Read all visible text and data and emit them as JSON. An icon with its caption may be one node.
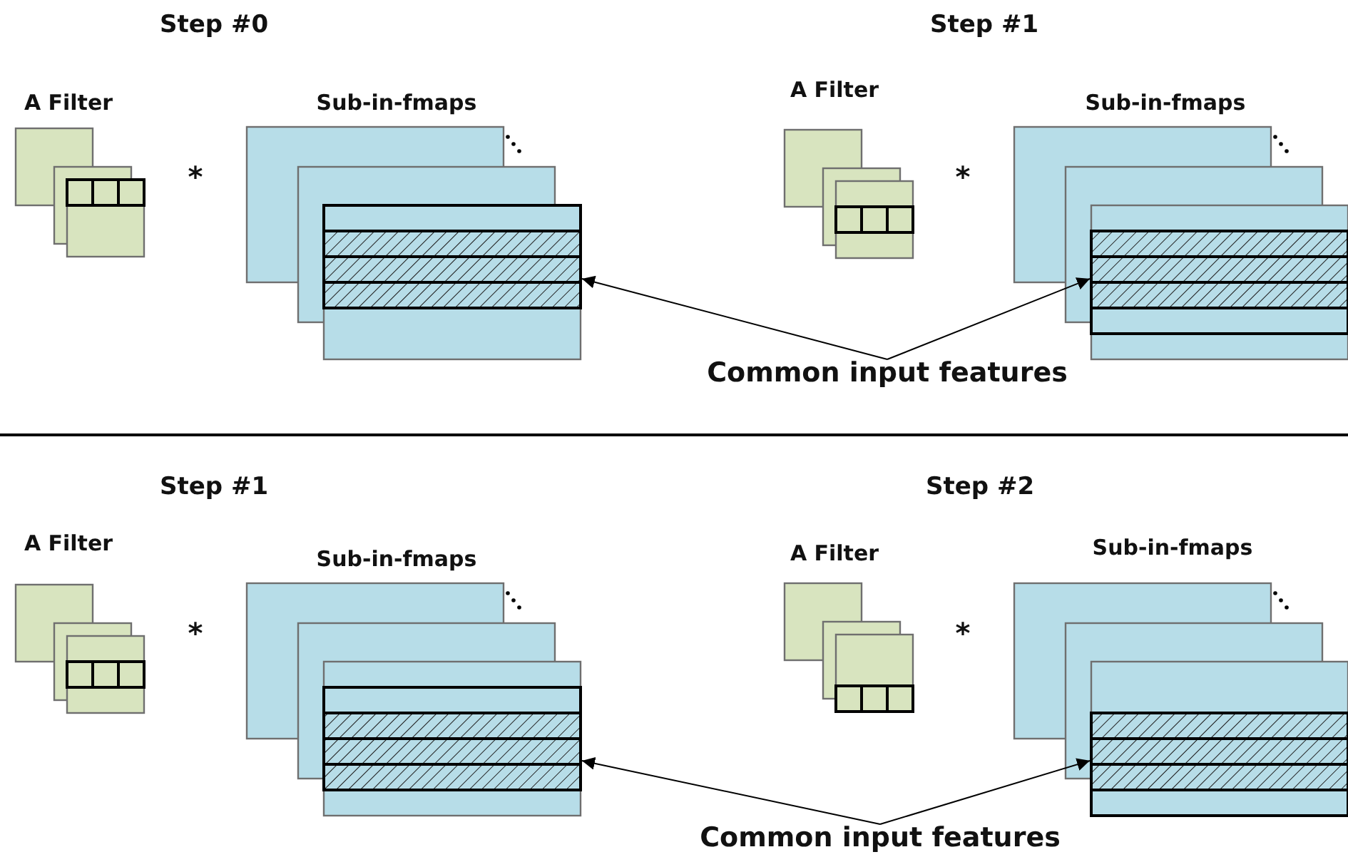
{
  "diagram": {
    "nodes": [
      {
        "text": [
          "Common input features"
        ]
      },
      {
        "text": [],
        "shape": "box"
      },
      {
        "text": [],
        "shape": "box"
      },
      {
        "text": [
          "Common input features"
        ]
      },
      {
        "text": [],
        "shape": "box"
      },
      {
        "text": [],
        "shape": "box"
      }
    ],
    "edges": [
      {
        "from": 0,
        "to": 1,
        "arrow": "to"
      },
      {
        "from": 0,
        "to": 2,
        "arrow": "to"
      },
      {
        "from": 3,
        "to": 4,
        "arrow": "to"
      },
      {
        "from": 3,
        "to": 5,
        "arrow": "to"
      }
    ],
    "labels": [
      "Step #0",
      "A Filter",
      "*",
      "Sub-in-fmaps",
      "Step #1",
      "A Filter",
      "*",
      "Sub-in-fmaps",
      "Step #1",
      "A Filter",
      "*",
      "Sub-in-fmaps",
      "Step #2",
      "A Filter",
      "*",
      "Sub-in-fmaps"
    ]
  }
}
